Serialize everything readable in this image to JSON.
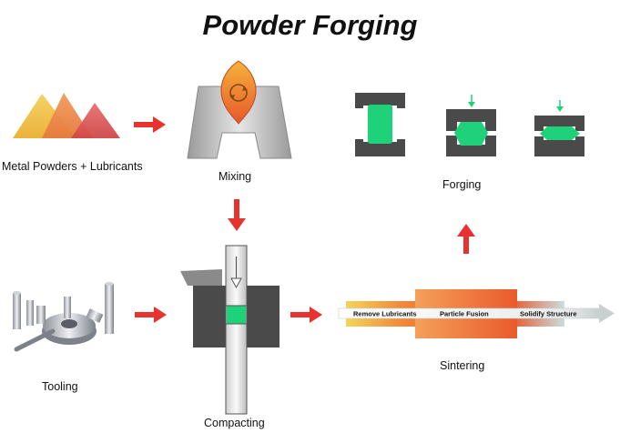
{
  "title": "Powder Forging",
  "stages": {
    "metal_powders": "Metal Powders + Lubricants",
    "mixing": "Mixing",
    "forging": "Forging",
    "tooling": "Tooling",
    "compacting": "Compacting",
    "sintering": "Sintering"
  },
  "sintering_bar": {
    "remove": "Remove Lubricants",
    "fusion": "Particle Fusion",
    "solidify": "Solidify Structure"
  },
  "colors": {
    "arrow": "#e8322f",
    "die": "#4a4a4a",
    "part": "#1fd27a",
    "tri_yellow": "#f3c548",
    "tri_orange": "#ec8a4e",
    "tri_red": "#db5b5b"
  }
}
